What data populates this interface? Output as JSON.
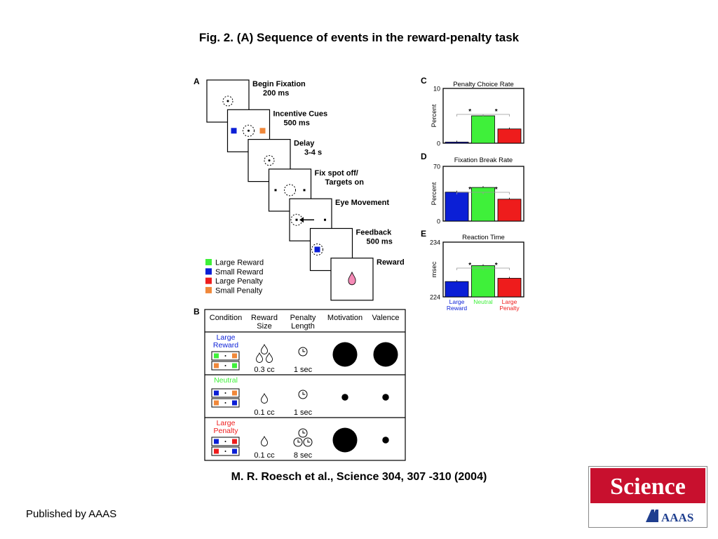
{
  "slide": {
    "title": "Fig. 2. (A) Sequence of events in the reward-penalty task",
    "citation": "M. R.  Roesch et al.,  Science  304, 307 -310 (2004)",
    "publisher": "Published by AAAS"
  },
  "logo": {
    "science": "Science",
    "aaas": "AAAS",
    "brand_color": "#c8102e",
    "aaas_color": "#1f3f8f"
  },
  "colors": {
    "large_reward": "#1aa7f0",
    "small_reward": "#0b1fd6",
    "large_penalty": "#e8281e",
    "small_penalty": "#f0883a",
    "neutral": "#3ff03a",
    "blue": "#0b1fd6",
    "green": "#3ff03a",
    "red": "#ee1c1c",
    "pink": "#f58ab6"
  },
  "panel_a": {
    "label": "A",
    "steps": [
      {
        "label1": "Begin Fixation",
        "label2": "200 ms"
      },
      {
        "label1": "Incentive Cues",
        "label2": "500 ms"
      },
      {
        "label1": "Delay",
        "label2": "3-4 s"
      },
      {
        "label1": "Fix spot off/",
        "label2": "Targets on"
      },
      {
        "label1": "Eye Movement",
        "label2": ""
      },
      {
        "label1": "Feedback",
        "label2": "500 ms"
      },
      {
        "label1": "Reward",
        "label2": ""
      }
    ],
    "legend": [
      {
        "label": "Large Reward",
        "color": "#3ff03a"
      },
      {
        "label": "Small Reward",
        "color": "#0b1fd6"
      },
      {
        "label": "Large Penalty",
        "color": "#ee1c1c"
      },
      {
        "label": "Small Penalty",
        "color": "#f0883a"
      }
    ]
  },
  "panel_b": {
    "label": "B",
    "headers": [
      "Condition",
      "Reward Size",
      "Penalty Length",
      "Motivation",
      "Valence"
    ],
    "header_lines": [
      [
        "Condition"
      ],
      [
        "Reward",
        "Size"
      ],
      [
        "Penalty",
        "Length"
      ],
      [
        "Motivation"
      ],
      [
        "Valence"
      ]
    ],
    "rows": [
      {
        "condition": "Large Reward",
        "cond_lines": [
          "Large",
          "Reward"
        ],
        "cond_color": "#0b1fd6",
        "reward_size": "0.3 cc",
        "penalty_length": "1 sec",
        "drops": 3,
        "clocks": 1,
        "motivation": 1.0,
        "valence": 1.0
      },
      {
        "condition": "Neutral",
        "cond_lines": [
          "Neutral"
        ],
        "cond_color": "#3ff03a",
        "reward_size": "0.1 cc",
        "penalty_length": "1 sec",
        "drops": 1,
        "clocks": 1,
        "motivation": 0.27,
        "valence": 0.27
      },
      {
        "condition": "Large Penalty",
        "cond_lines": [
          "Large",
          "Penalty"
        ],
        "cond_color": "#ee1c1c",
        "reward_size": "0.1 cc",
        "penalty_length": "8 sec",
        "drops": 1,
        "clocks": 3,
        "motivation": 1.0,
        "valence": 0.27
      }
    ]
  },
  "chart_data": [
    {
      "panel": "C",
      "type": "bar",
      "title": "Penalty Choice Rate",
      "ylabel": "Percent",
      "ylim": [
        0,
        10
      ],
      "yticks": [
        0,
        10
      ],
      "categories": [
        "Large Reward",
        "Neutral",
        "Large Penalty"
      ],
      "values": [
        0.2,
        5.0,
        2.6
      ],
      "significance": [
        "*",
        "*"
      ]
    },
    {
      "panel": "D",
      "type": "bar",
      "title": "Fixation Break Rate",
      "ylabel": "Percent",
      "ylim": [
        0,
        70
      ],
      "yticks": [
        0,
        70
      ],
      "categories": [
        "Large Reward",
        "Neutral",
        "Large Penalty"
      ],
      "values": [
        37,
        43,
        28
      ],
      "significance": [
        "*",
        "*"
      ]
    },
    {
      "panel": "E",
      "type": "bar",
      "title": "Reaction Time",
      "ylabel": "msec",
      "ylim": [
        224,
        234
      ],
      "yticks": [
        224,
        234
      ],
      "categories": [
        "Large Reward",
        "Neutral",
        "Large Penalty"
      ],
      "values": [
        226.8,
        229.7,
        227.4
      ],
      "significance": [
        "*",
        "*"
      ],
      "xlabels": [
        [
          "Large",
          "Reward"
        ],
        [
          "Neutral"
        ],
        [
          "Large",
          "Penalty"
        ]
      ]
    }
  ]
}
